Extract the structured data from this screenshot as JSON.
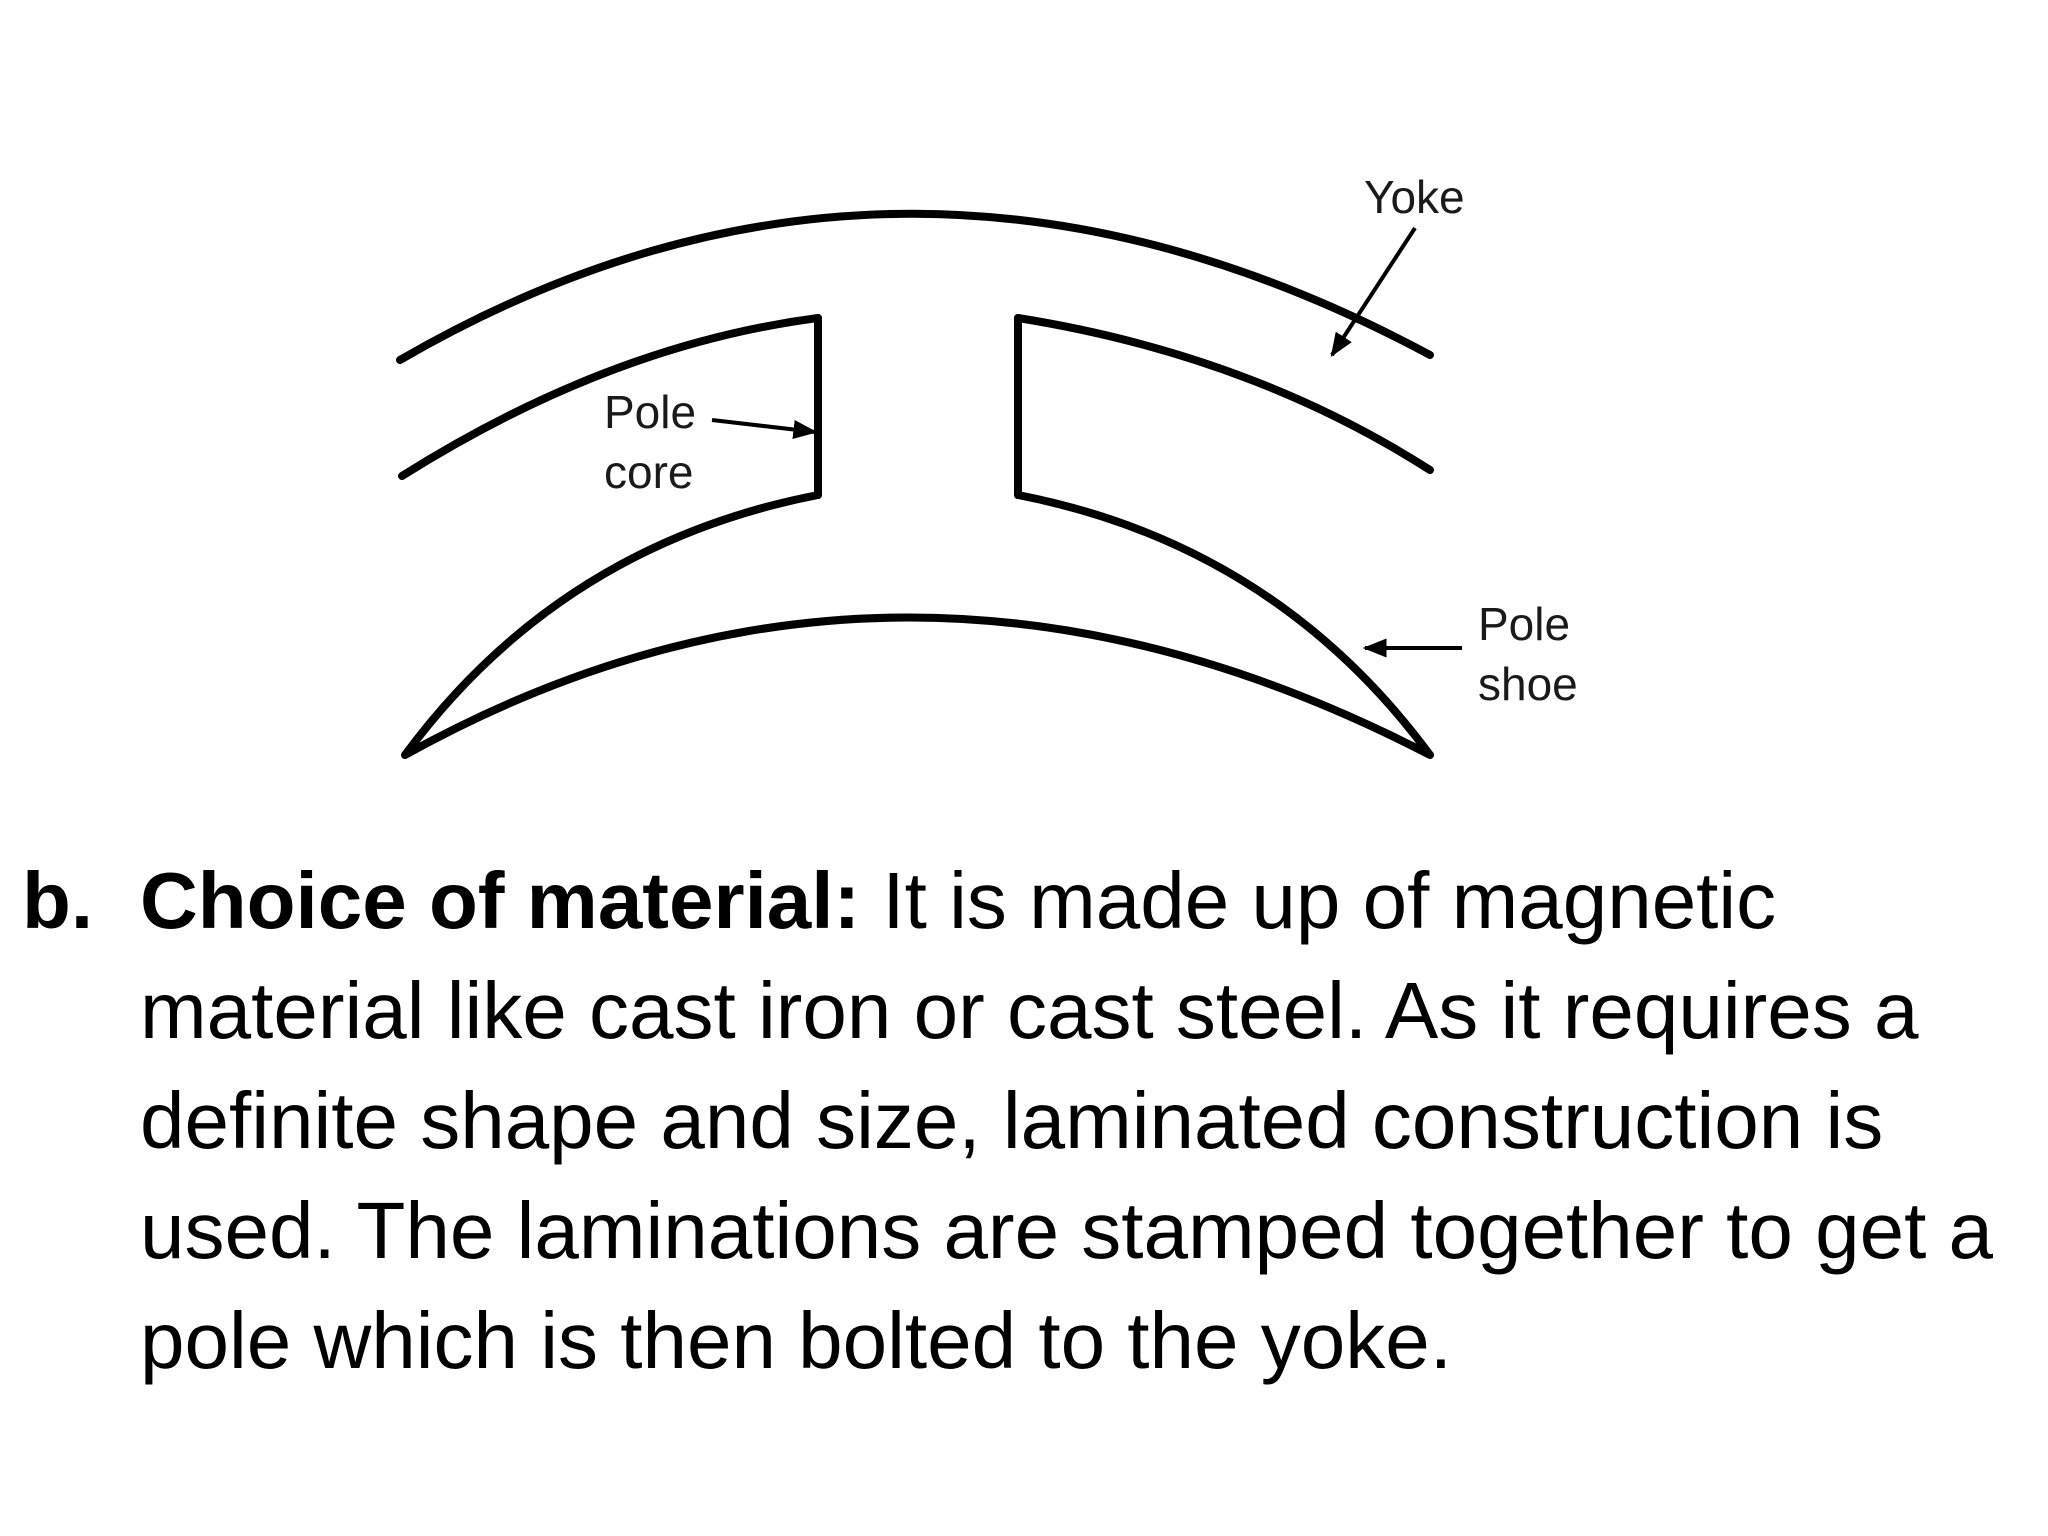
{
  "diagram": {
    "labels": {
      "yoke": "Yoke",
      "pole_core_line1": "Pole",
      "pole_core_line2": "core",
      "pole_shoe_line1": "Pole",
      "pole_shoe_line2": "shoe"
    }
  },
  "point": {
    "bullet": "b.",
    "term": "Choice of material:",
    "text": "It is made up of magnetic material like cast iron or cast steel. As it requires a definite shape and size, laminated construction is used. The laminations are stamped together to get a pole which is then bolted to the yoke."
  }
}
